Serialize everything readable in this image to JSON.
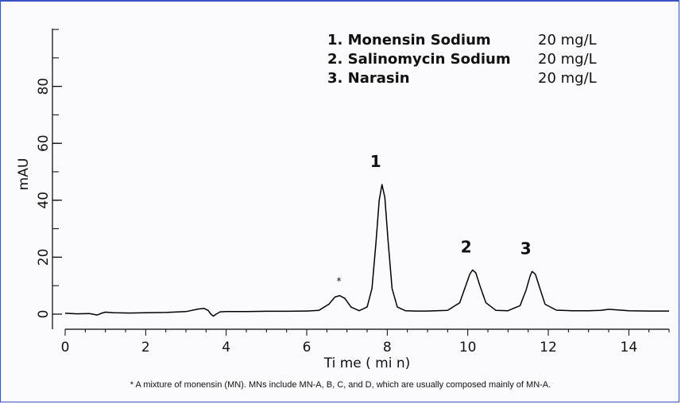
{
  "chart_data": {
    "type": "line",
    "xlabel": "Ti me ( mi n)",
    "ylabel": "mAU",
    "xlim": [
      0,
      15
    ],
    "ylim": [
      -5,
      100
    ],
    "x_ticks": [
      0,
      2,
      4,
      6,
      8,
      10,
      12,
      14
    ],
    "y_ticks": [
      0,
      20,
      40,
      60,
      80
    ],
    "grid": false,
    "legend_position": "top-right",
    "legend": [
      {
        "name": "1. Monensin Sodium",
        "concentration": "20 mg/L"
      },
      {
        "name": "2. Salinomycin Sodium",
        "concentration": "20 mg/L"
      },
      {
        "name": "3. Narasin",
        "concentration": "20 mg/L"
      }
    ],
    "peaks": [
      {
        "label": "*",
        "x": 6.82,
        "y": 6.5
      },
      {
        "label": "1",
        "x": 7.87,
        "y": 45.5
      },
      {
        "label": "2",
        "x": 10.12,
        "y": 15.5
      },
      {
        "label": "3",
        "x": 11.6,
        "y": 15.0
      }
    ],
    "series": [
      {
        "x": [
          0,
          0.3,
          0.6,
          0.8,
          0.9,
          1.0,
          1.2,
          1.6,
          2.0,
          2.5,
          3.0,
          3.3,
          3.45,
          3.55,
          3.62,
          3.68,
          3.75,
          3.85,
          4.0,
          4.5,
          5.0,
          5.5,
          6.0,
          6.3,
          6.55,
          6.7,
          6.82,
          6.95,
          7.1,
          7.3,
          7.5,
          7.62,
          7.72,
          7.8,
          7.87,
          7.94,
          8.02,
          8.12,
          8.25,
          8.45,
          8.7,
          9.0,
          9.5,
          9.8,
          9.95,
          10.05,
          10.12,
          10.2,
          10.3,
          10.45,
          10.7,
          11.0,
          11.3,
          11.45,
          11.55,
          11.6,
          11.68,
          11.78,
          11.92,
          12.2,
          12.6,
          13.0,
          13.3,
          13.5,
          13.7,
          14.0,
          14.5,
          15.0
        ],
        "y": [
          0.3,
          0.1,
          0.2,
          -0.3,
          0.3,
          0.7,
          0.5,
          0.4,
          0.5,
          0.6,
          0.9,
          1.8,
          2.0,
          1.3,
          0.0,
          -0.7,
          0.0,
          0.8,
          0.9,
          0.9,
          1.0,
          1.0,
          1.1,
          1.3,
          3.5,
          6.0,
          6.5,
          5.5,
          2.5,
          1.2,
          2.5,
          9.0,
          25.0,
          40.0,
          45.5,
          41.0,
          26.0,
          9.0,
          2.5,
          1.2,
          1.1,
          1.1,
          1.3,
          4.0,
          10.0,
          14.0,
          15.5,
          14.5,
          10.0,
          4.0,
          1.3,
          1.2,
          3.0,
          8.5,
          13.5,
          15.0,
          14.0,
          9.5,
          3.5,
          1.4,
          1.2,
          1.2,
          1.3,
          1.7,
          1.5,
          1.2,
          1.1,
          1.1
        ]
      }
    ]
  },
  "footnote": "* A mixture of monensin (MN). MNs include MN-A, B, C, and D, which are usually composed mainly of MN-A.",
  "colors": {
    "line": "#000000",
    "frame": "#3a52c4",
    "background": "#fbfbfd"
  }
}
